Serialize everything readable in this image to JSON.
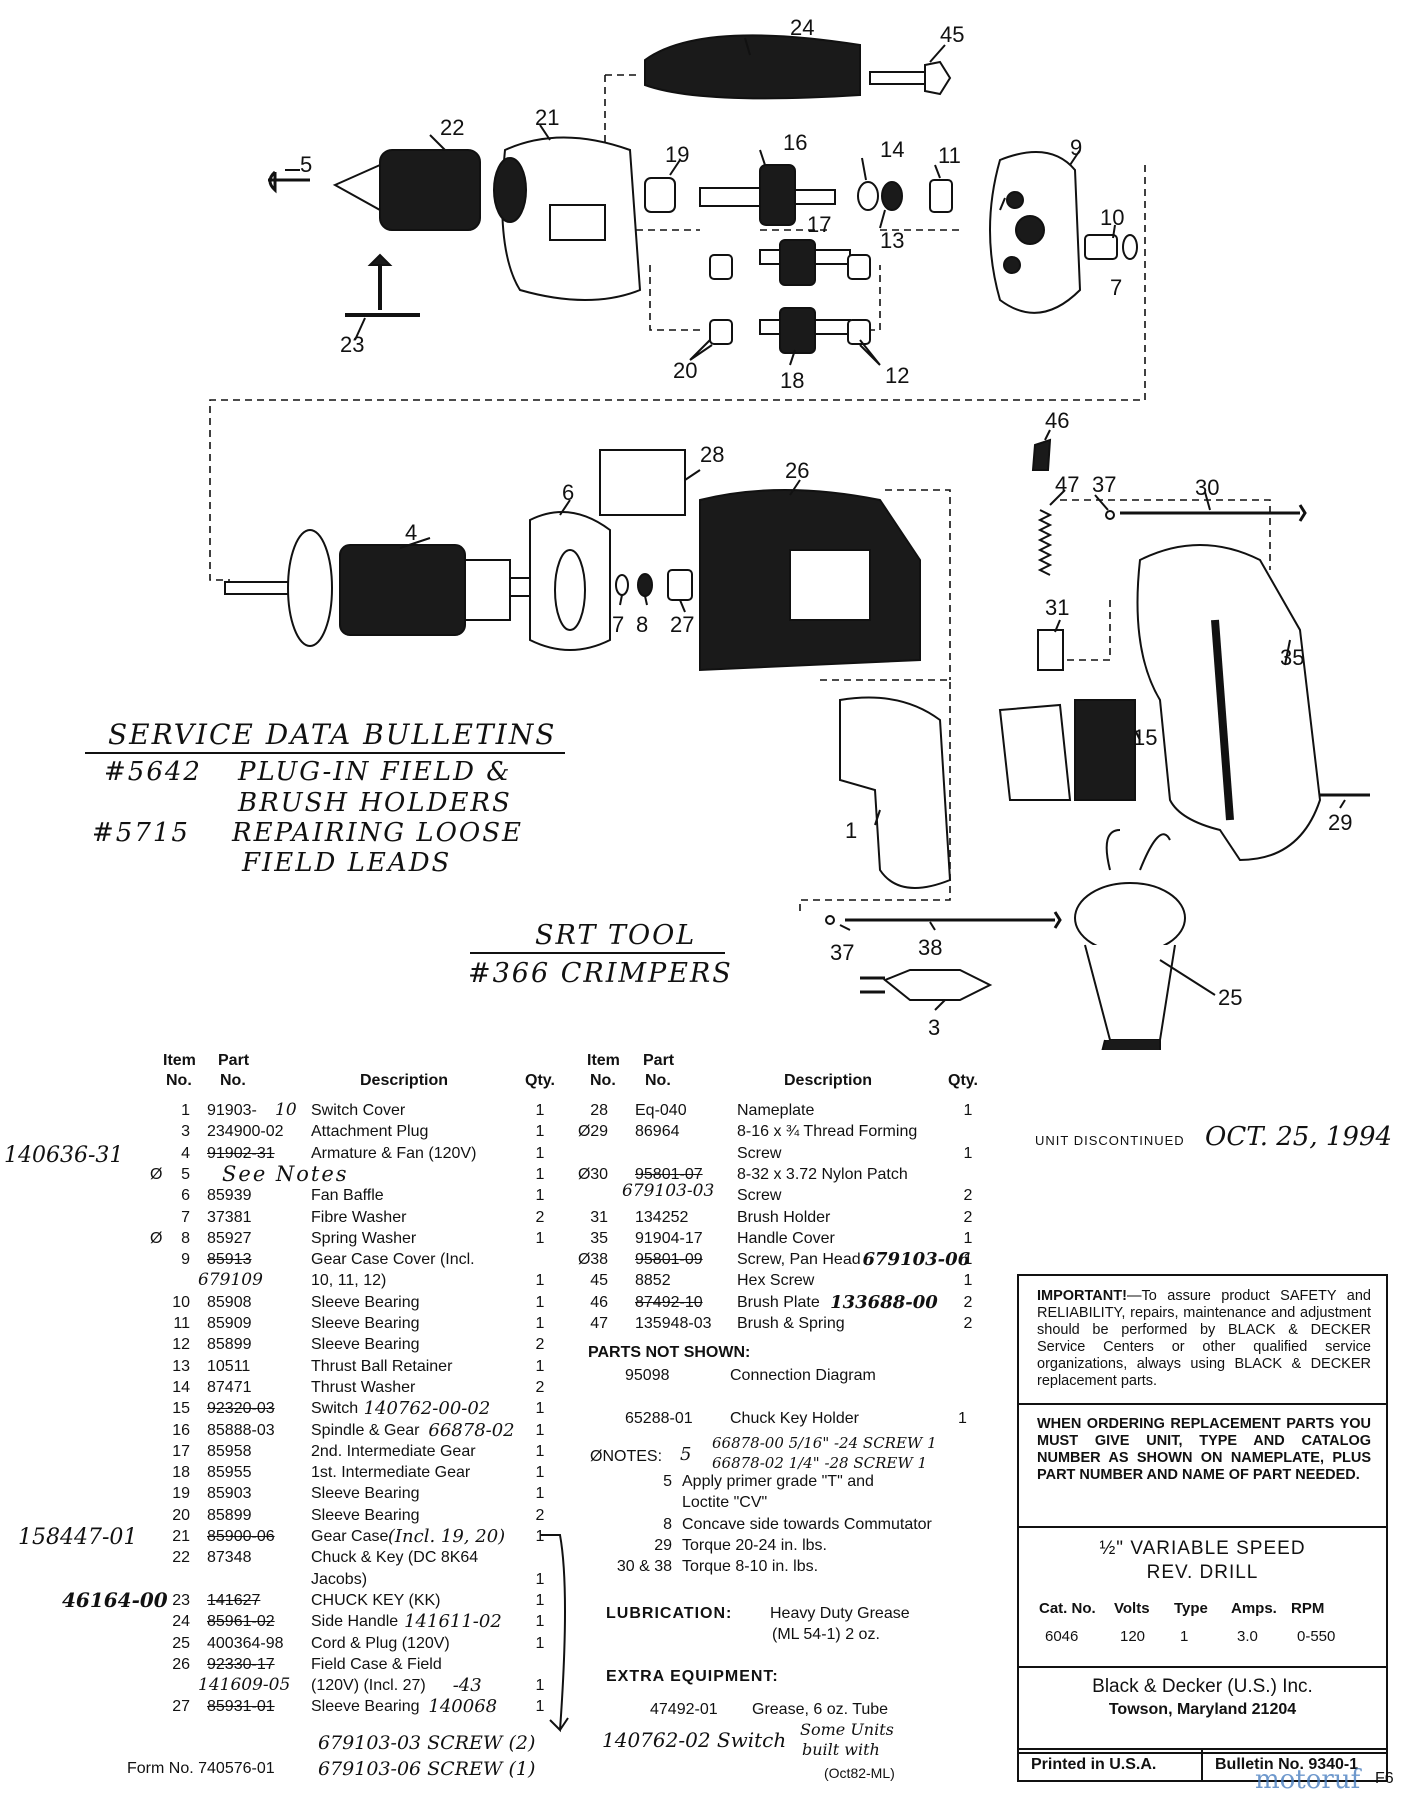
{
  "diagram": {
    "callouts": [
      "24",
      "45",
      "22",
      "21",
      "5",
      "19",
      "16",
      "14",
      "11",
      "9",
      "17",
      "13",
      "10",
      "7",
      "23",
      "20",
      "18",
      "12",
      "46",
      "28",
      "26",
      "47",
      "37",
      "30",
      "4",
      "6",
      "7",
      "8",
      "27",
      "31",
      "35",
      "15",
      "29",
      "1",
      "37",
      "38",
      "25",
      "3"
    ]
  },
  "handwritten": {
    "bulletins_title": "SERVICE DATA BULLETINS",
    "bulletin_1_num": "#5642",
    "bulletin_1_text_a": "PLUG-IN FIELD &",
    "bulletin_1_text_b": "BRUSH HOLDERS",
    "bulletin_2_num": "#5715",
    "bulletin_2_text_a": "REPAIRING LOOSE",
    "bulletin_2_text_b": "FIELD LEADS",
    "srt_title": "SRT TOOL",
    "srt_text": "#366 CRIMPERS"
  },
  "table_headers": {
    "item_a": "Item",
    "item_b": "No.",
    "part_a": "Part",
    "part_b": "No.",
    "desc": "Description",
    "qty": "Qty."
  },
  "left_rows": [
    {
      "mark": "",
      "item": "1",
      "part": "91903-",
      "hw": "10",
      "desc": "Switch Cover",
      "qty": "1"
    },
    {
      "mark": "",
      "item": "3",
      "part": "234900-02",
      "hw": "",
      "desc": "Attachment Plug",
      "qty": "1"
    },
    {
      "mark": "",
      "item": "4",
      "part": "91902-31",
      "hw": "",
      "desc": "Armature & Fan (120V)",
      "qty": "1",
      "strike": true
    },
    {
      "mark": "Ø",
      "item": "5",
      "part": "",
      "hw": "See Notes",
      "desc": "",
      "qty": "1"
    },
    {
      "mark": "",
      "item": "6",
      "part": "85939",
      "hw": "",
      "desc": "Fan Baffle",
      "qty": "1"
    },
    {
      "mark": "",
      "item": "7",
      "part": "37381",
      "hw": "",
      "desc": "Fibre Washer",
      "qty": "2"
    },
    {
      "mark": "Ø",
      "item": "8",
      "part": "85927",
      "hw": "",
      "desc": "Spring Washer",
      "qty": "1"
    },
    {
      "mark": "",
      "item": "9",
      "part": "85913",
      "hw": "",
      "desc": "Gear Case Cover (Incl.",
      "qty": "",
      "strike": true
    },
    {
      "mark": "",
      "item": "",
      "part": "",
      "hw": "679109",
      "desc": "10, 11, 12)",
      "qty": "1"
    },
    {
      "mark": "",
      "item": "10",
      "part": "85908",
      "hw": "",
      "desc": "Sleeve Bearing",
      "qty": "1"
    },
    {
      "mark": "",
      "item": "11",
      "part": "85909",
      "hw": "",
      "desc": "Sleeve Bearing",
      "qty": "1"
    },
    {
      "mark": "",
      "item": "12",
      "part": "85899",
      "hw": "",
      "desc": "Sleeve Bearing",
      "qty": "2"
    },
    {
      "mark": "",
      "item": "13",
      "part": "10511",
      "hw": "",
      "desc": "Thrust Ball Retainer",
      "qty": "1"
    },
    {
      "mark": "",
      "item": "14",
      "part": "87471",
      "hw": "",
      "desc": "Thrust Washer",
      "qty": "2"
    },
    {
      "mark": "",
      "item": "15",
      "part": "92320-03",
      "hw": "",
      "desc": "Switch",
      "hw2": "140762-00-02",
      "qty": "1",
      "strike": true
    },
    {
      "mark": "",
      "item": "16",
      "part": "85888-03",
      "hw": "",
      "desc": "Spindle & Gear",
      "hw2": "66878-02",
      "qty": "1"
    },
    {
      "mark": "",
      "item": "17",
      "part": "85958",
      "hw": "",
      "desc": "2nd. Intermediate Gear",
      "qty": "1"
    },
    {
      "mark": "",
      "item": "18",
      "part": "85955",
      "hw": "",
      "desc": "1st. Intermediate Gear",
      "qty": "1"
    },
    {
      "mark": "",
      "item": "19",
      "part": "85903",
      "hw": "",
      "desc": "Sleeve Bearing",
      "qty": "1"
    },
    {
      "mark": "",
      "item": "20",
      "part": "85899",
      "hw": "",
      "desc": "Sleeve Bearing",
      "qty": "2"
    },
    {
      "mark": "",
      "item": "21",
      "part": "85900-06",
      "hw": "",
      "desc": "Gear Case",
      "hw2": "(Incl. 19, 20)",
      "qty": "1",
      "strike": true
    },
    {
      "mark": "",
      "item": "22",
      "part": "87348",
      "hw": "",
      "desc": "Chuck & Key (DC 8K64",
      "qty": ""
    },
    {
      "mark": "",
      "item": "",
      "part": "",
      "hw": "",
      "desc": "Jacobs)",
      "qty": "1"
    },
    {
      "mark": "",
      "item": "23",
      "part": "141627",
      "hw": "",
      "desc": "CHUCK KEY (KK)",
      "qty": "1",
      "strike": true
    },
    {
      "mark": "",
      "item": "24",
      "part": "85961-02",
      "hw": "",
      "desc": "Side Handle",
      "hw2": "141611-02",
      "qty": "1",
      "strike": true
    },
    {
      "mark": "",
      "item": "25",
      "part": "400364-98",
      "hw": "",
      "desc": "Cord & Plug (120V)",
      "qty": "1"
    },
    {
      "mark": "",
      "item": "26",
      "part": "92330-17",
      "hw": "",
      "desc": "Field Case & Field",
      "qty": "",
      "strike": true
    },
    {
      "mark": "",
      "item": "",
      "part": "",
      "hw": "141609-05",
      "desc": "(120V) (Incl. 27)",
      "hw2": "-43",
      "qty": "1"
    },
    {
      "mark": "",
      "item": "27",
      "part": "85931-01",
      "hw": "",
      "desc": "Sleeve Bearing",
      "hw2": "140068",
      "qty": "1",
      "strike": true
    }
  ],
  "left_margin_notes": {
    "n4": "140636-31",
    "n21": "158447-01",
    "n23": "46164-00",
    "screw1": "679103-03 SCREW (2)",
    "screw2": "679103-06 SCREW (1)"
  },
  "right_rows": [
    {
      "mark": "",
      "item": "28",
      "part": "Eq-040",
      "desc": "Nameplate",
      "qty": "1"
    },
    {
      "mark": "Ø",
      "item": "29",
      "part": "86964",
      "desc": "8-16 x ¾ Thread Forming",
      "qty": ""
    },
    {
      "mark": "",
      "item": "",
      "part": "",
      "desc": "Screw",
      "qty": "1"
    },
    {
      "mark": "Ø",
      "item": "30",
      "part": "95801-07",
      "desc": "8-32 x 3.72 Nylon Patch",
      "qty": "",
      "strike": true
    },
    {
      "mark": "",
      "item": "",
      "part": "",
      "hw": "679103-03",
      "desc": "Screw",
      "qty": "2"
    },
    {
      "mark": "",
      "item": "31",
      "part": "134252",
      "desc": "Brush Holder",
      "qty": "2"
    },
    {
      "mark": "",
      "item": "35",
      "part": "91904-17",
      "desc": "Handle Cover",
      "qty": "1"
    },
    {
      "mark": "Ø",
      "item": "38",
      "part": "95801-09",
      "desc": "Screw, Pan Head",
      "hw2": "679103-06",
      "qty": "1",
      "strike": true
    },
    {
      "mark": "",
      "item": "45",
      "part": "8852",
      "desc": "Hex Screw",
      "qty": "1"
    },
    {
      "mark": "",
      "item": "46",
      "part": "87492-10",
      "desc": "Brush Plate",
      "hw2": "133688-00",
      "qty": "2",
      "strike": true
    },
    {
      "mark": "",
      "item": "47",
      "part": "135948-03",
      "desc": "Brush & Spring",
      "qty": "2"
    }
  ],
  "parts_not_shown": {
    "title": "PARTS NOT SHOWN:",
    "p1_part": "95098",
    "p1_desc": "Connection Diagram",
    "p2_part": "65288-01",
    "p2_desc": "Chuck Key Holder",
    "p2_qty": "1"
  },
  "notes": {
    "title": "ØNOTES:",
    "hw_head": "5",
    "hw_line1": "66878-00 5/16\" -24 SCREW 1",
    "hw_line2": "66878-02 1/4\" -28 SCREW 1",
    "items": [
      {
        "num": "5",
        "text": "Apply primer grade \"T\" and"
      },
      {
        "num": "",
        "text": "Loctite \"CV\""
      },
      {
        "num": "8",
        "text": "Concave side towards Commutator"
      },
      {
        "num": "29",
        "text": "Torque 20-24 in. lbs."
      },
      {
        "num": "30 & 38",
        "text": "Torque 8-10 in. lbs."
      }
    ]
  },
  "lubrication": {
    "label": "LUBRICATION:",
    "line1": "Heavy Duty Grease",
    "line2": "(ML 54-1) 2 oz."
  },
  "extra_equipment": {
    "label": "EXTRA EQUIPMENT:",
    "part": "47492-01",
    "desc": "Grease, 6 oz. Tube"
  },
  "switch_note": {
    "hw": "140762-02 Switch",
    "paren1": "Some Units",
    "paren2": "built with",
    "date": "(Oct82-ML)"
  },
  "unit_discontinued": {
    "label": "UNIT DISCONTINUED",
    "date": "OCT. 25, 1994"
  },
  "important": {
    "lead": "IMPORTANT!",
    "text": "—To assure product SAFETY and RELIABILITY, repairs, maintenance and adjustment should be performed by BLACK & DECKER Service Centers or other qualified service organizations, always using BLACK & DECKER replacement parts."
  },
  "ordering": {
    "text": "WHEN ORDERING REPLACEMENT PARTS YOU MUST GIVE UNIT, TYPE AND CATALOG NUMBER AS SHOWN ON NAMEPLATE, PLUS PART NUMBER AND NAME OF PART NEEDED."
  },
  "product": {
    "title1": "½\" VARIABLE SPEED",
    "title2": "REV. DRILL",
    "headers": [
      "Cat. No.",
      "Volts",
      "Type",
      "Amps.",
      "RPM"
    ],
    "values": [
      "6046",
      "120",
      "1",
      "3.0",
      "0-550"
    ]
  },
  "company": {
    "name": "Black & Decker (U.S.) Inc.",
    "addr": "Towson, Maryland 21204"
  },
  "footer": {
    "printed": "Printed in U.S.A.",
    "bulletin": "Bulletin No. 9340-1",
    "form": "Form No. 740576-01",
    "corner": "F6",
    "watermark": "motoruf"
  },
  "colors": {
    "ink": "#111111",
    "watermark": "#4a7fc0"
  }
}
